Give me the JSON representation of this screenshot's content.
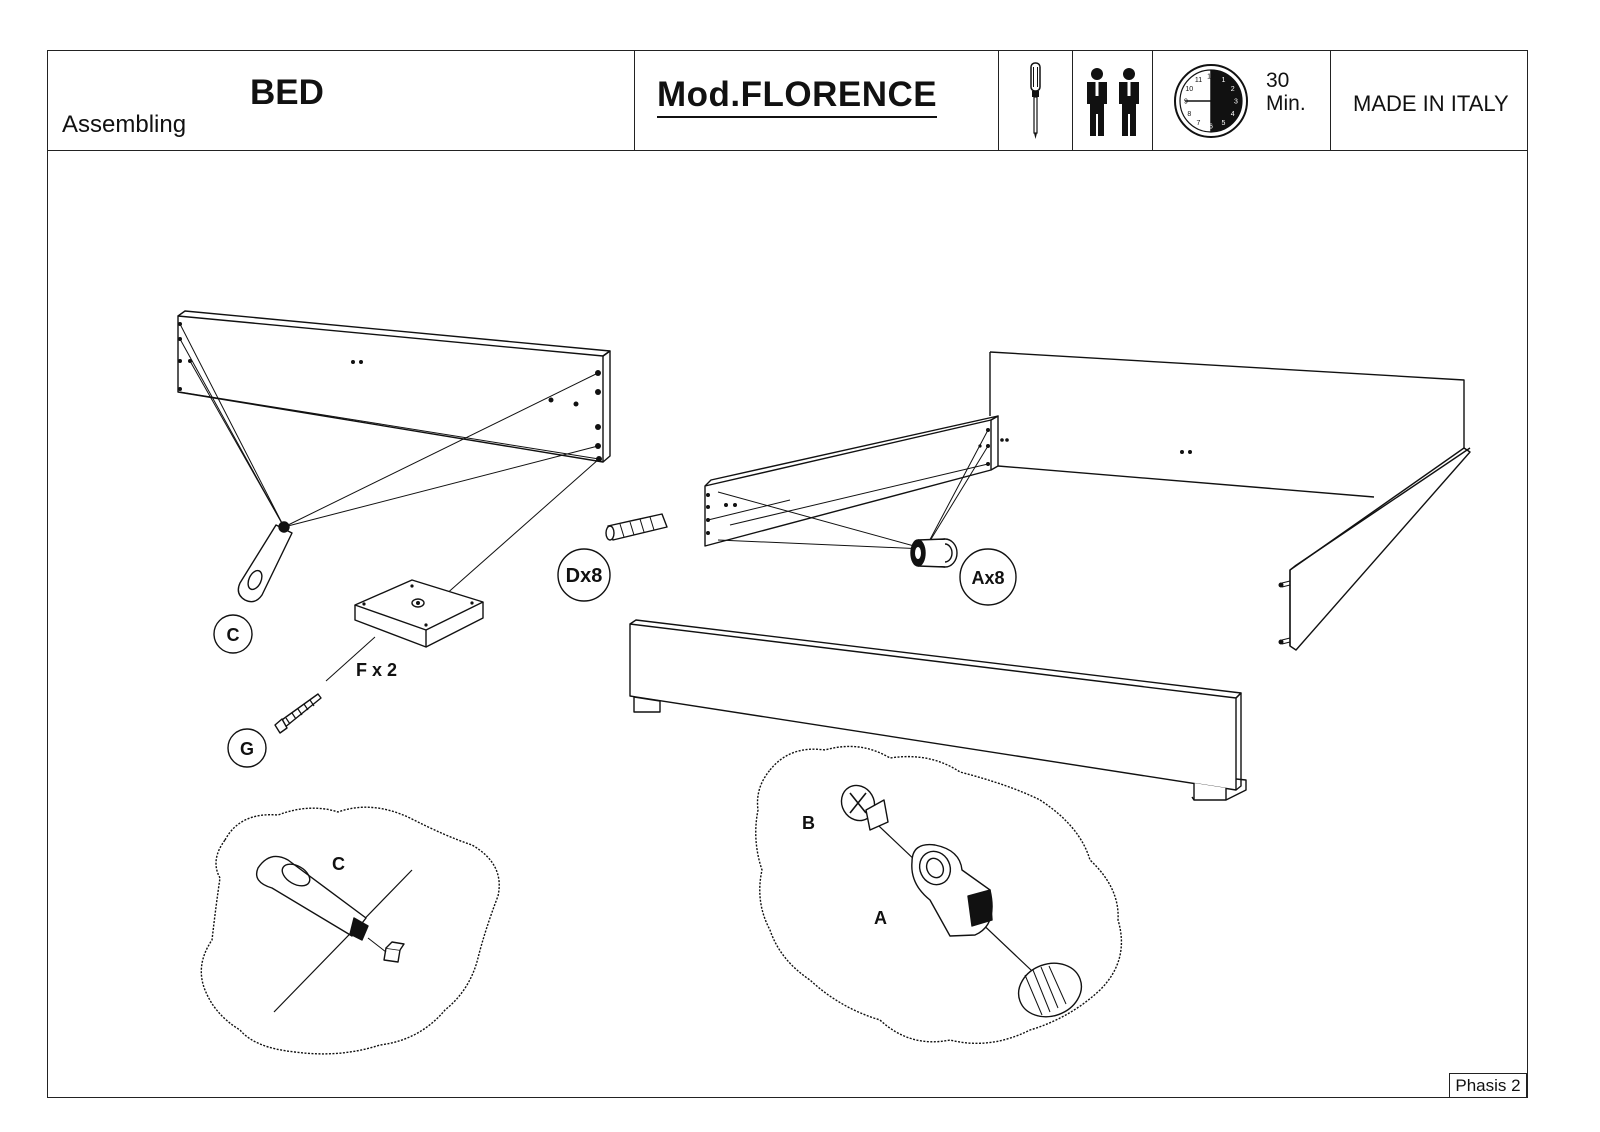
{
  "header": {
    "title": "BED",
    "subtitle": "Assembling",
    "model": "Mod.FLORENCE",
    "tool_icon": "screwdriver-icon",
    "people_icon": "two-people-icon",
    "clock_icon": "clock-icon",
    "clock_numbers": [
      "12",
      "1",
      "2",
      "3",
      "4",
      "5",
      "6",
      "7",
      "8",
      "9",
      "10",
      "11"
    ],
    "time_value": "30",
    "time_unit": "Min.",
    "origin": "MADE IN ITALY"
  },
  "labels": {
    "part_c": "C",
    "part_g": "G",
    "part_f": "F x 2",
    "part_d": "Dx8",
    "part_a": "Ax8",
    "detail_c": "C",
    "detail_b": "B",
    "detail_a": "A"
  },
  "footer": {
    "phase": "Phasis 2"
  },
  "colors": {
    "ink": "#111111",
    "paper": "#ffffff"
  }
}
